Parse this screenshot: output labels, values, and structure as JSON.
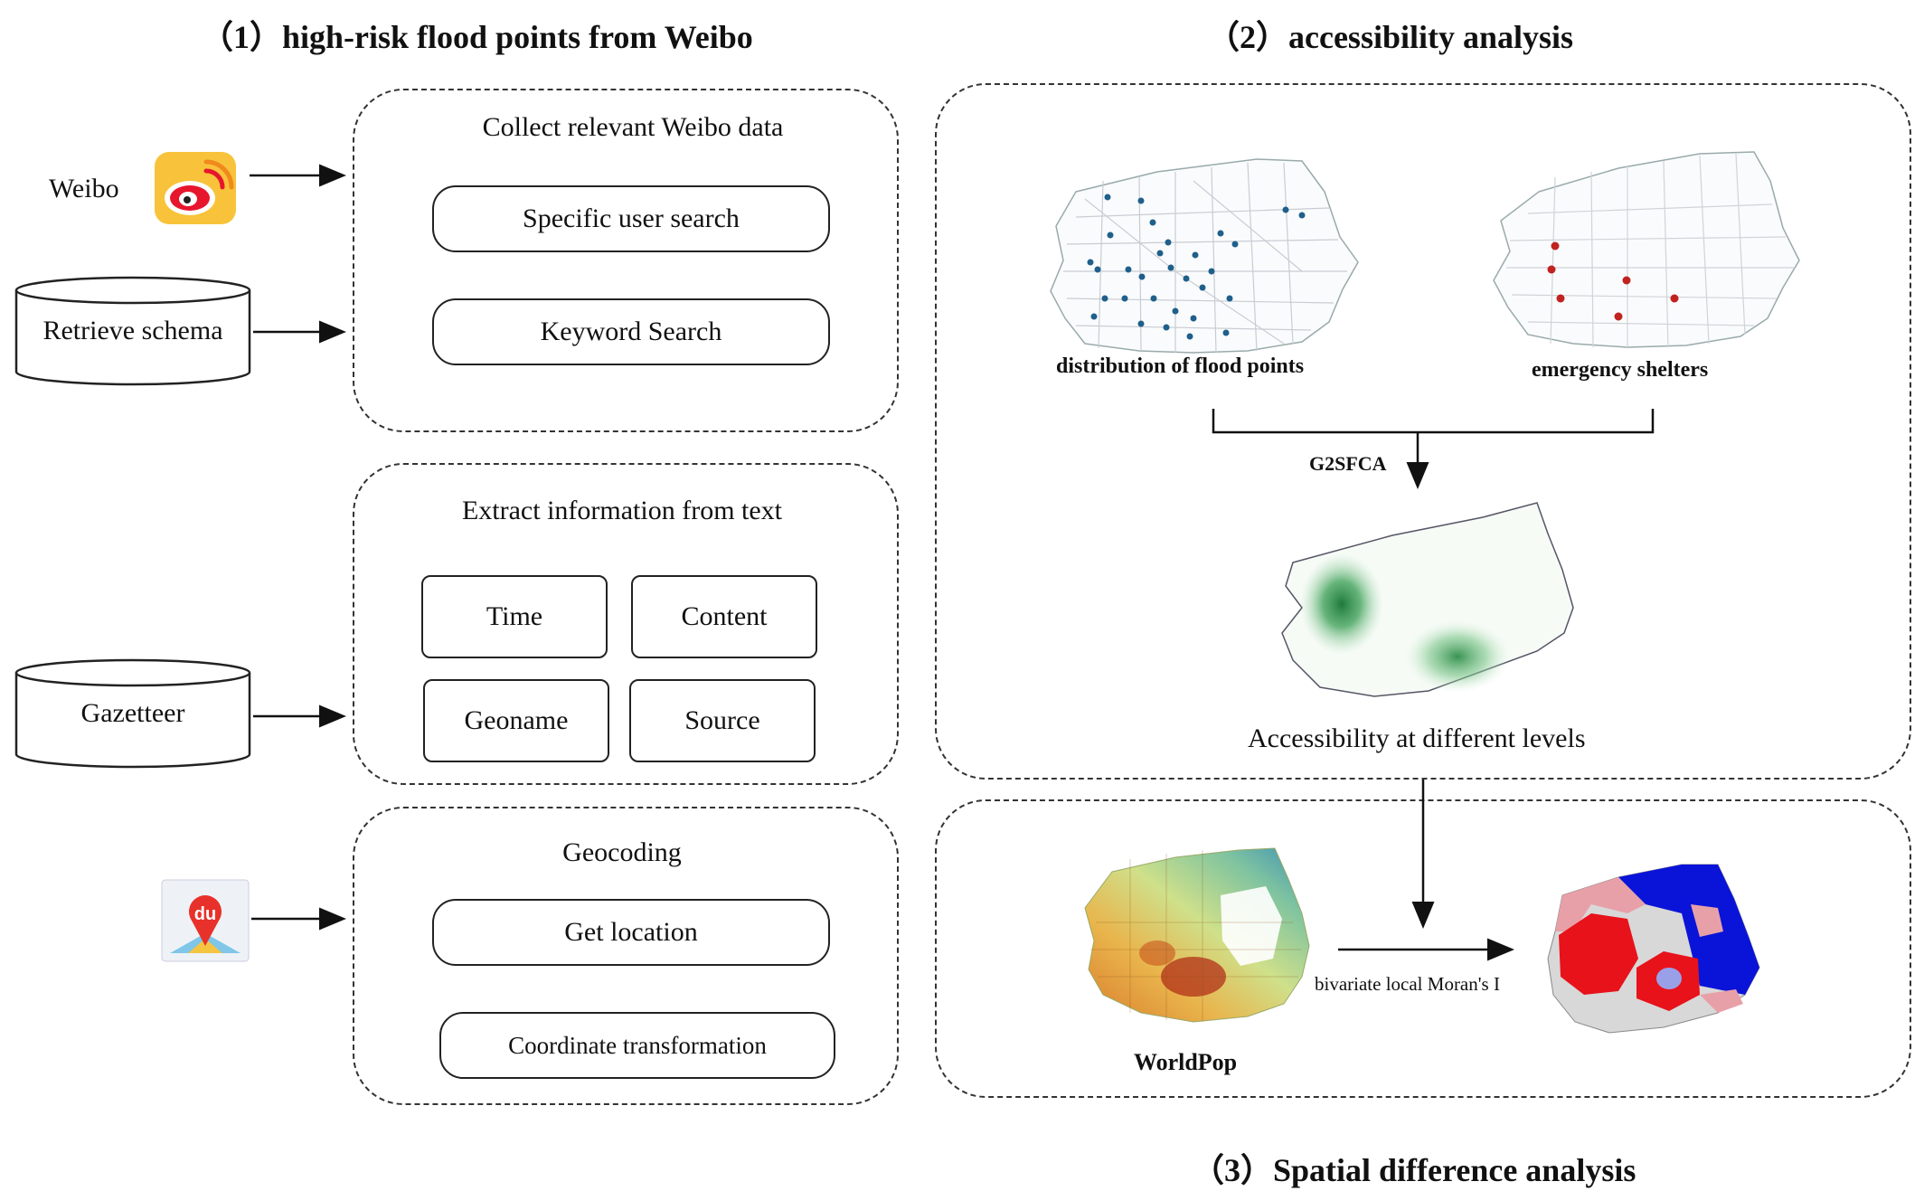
{
  "titles": {
    "section1": "（1）high-risk flood points from Weibo",
    "section2": "（2）accessibility analysis",
    "section3": "（3）Spatial difference analysis"
  },
  "inputs": {
    "weibo_label": "Weibo",
    "retrieve_schema": "Retrieve  schema",
    "gazetteer": "Gazetteer",
    "baidu_icon_text": "du"
  },
  "collect": {
    "heading": "Collect relevant Weibo data",
    "items": [
      "Specific user search",
      "Keyword Search"
    ]
  },
  "extract": {
    "heading": "Extract information from text",
    "items": [
      "Time",
      "Content",
      "Geoname",
      "Source"
    ]
  },
  "geocoding": {
    "heading": "Geocoding",
    "items": [
      "Get location",
      "Coordinate transformation"
    ]
  },
  "accessibility": {
    "flood_points_caption": "distribution of flood points",
    "shelters_caption": "emergency shelters",
    "method": "G2SFCA",
    "result_caption": "Accessibility at different levels"
  },
  "spatial": {
    "worldpop_caption": "WorldPop",
    "method": "bivariate local Moran's I"
  },
  "colors": {
    "flood_point": "#1f5f8b",
    "shelter_point": "#c0221f",
    "accessibility_green": "#2e8b4a",
    "weibo_orange": "#f5a623",
    "weibo_red": "#e6162d",
    "baidu_red": "#e8312a",
    "moran_blue": "#0a14d8",
    "moran_red": "#e8121a",
    "moran_pink": "#e8a0a8",
    "moran_grey": "#d8d8d8"
  }
}
